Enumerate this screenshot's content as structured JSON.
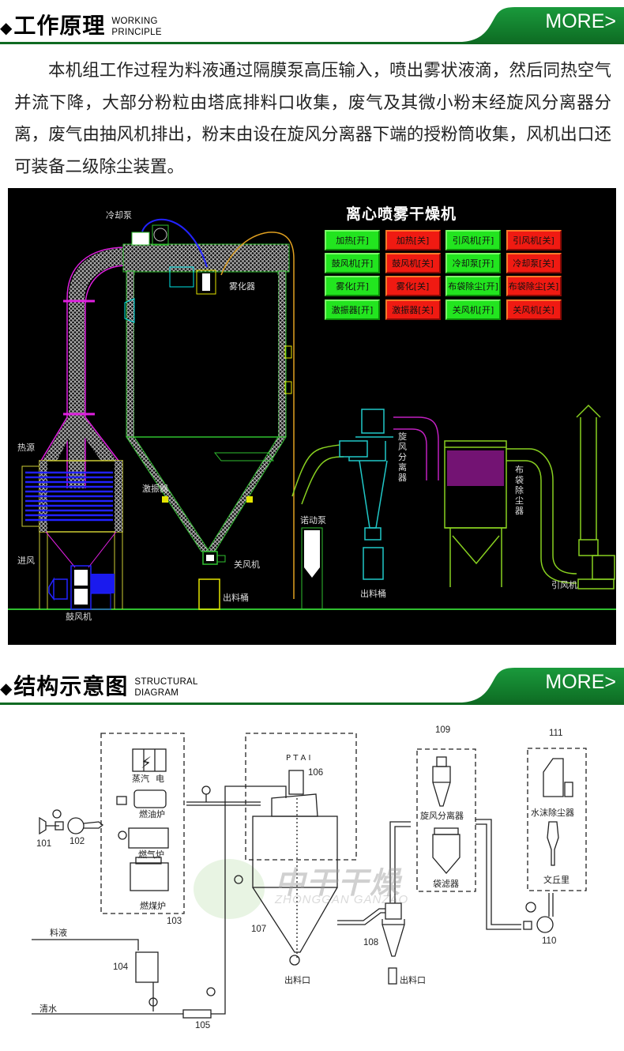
{
  "sections": [
    {
      "title": "工作原理",
      "en_line1": "WORKING",
      "en_line2": "PRINCIPLE",
      "more_label": "MORE>"
    },
    {
      "title": "结构示意图",
      "en_line1": "STRUCTURAL",
      "en_line2": "DIAGRAM",
      "more_label": "MORE>"
    }
  ],
  "colors": {
    "brand_green": "#0f6a22",
    "more_green": "#17923a",
    "btn_on": "#22e51f",
    "btn_off": "#f01a12"
  },
  "intro_text": "本机组工作过程为料液通过隔膜泵高压输入，喷出雾状液滴，然后同热空气并流下降，大部分粉粒由塔底排料口收集，废气及其微小粉末经旋风分离器分离，废气由抽风机排出，粉末由设在旋风分离器下端的授粉筒收集，风机出口还可装备二级除尘装置。",
  "dcs": {
    "title": "离心喷雾干燥机",
    "buttons": [
      {
        "label": "加热[开]",
        "state": "on"
      },
      {
        "label": "加热[关]",
        "state": "off"
      },
      {
        "label": "引风机[开]",
        "state": "on"
      },
      {
        "label": "引风机[关]",
        "state": "off"
      },
      {
        "label": "鼓风机[开]",
        "state": "on"
      },
      {
        "label": "鼓风机[关]",
        "state": "off"
      },
      {
        "label": "冷却泵[开]",
        "state": "on"
      },
      {
        "label": "冷却泵[关]",
        "state": "off"
      },
      {
        "label": "雾化[开]",
        "state": "on"
      },
      {
        "label": "雾化[关]",
        "state": "off"
      },
      {
        "label": "布袋除尘[开]",
        "state": "on"
      },
      {
        "label": "布袋除尘[关]",
        "state": "off"
      },
      {
        "label": "激振器[开]",
        "state": "on"
      },
      {
        "label": "激振器[关]",
        "state": "off"
      },
      {
        "label": "关风机[开]",
        "state": "on"
      },
      {
        "label": "关风机[关]",
        "state": "off"
      }
    ],
    "labels": {
      "cooling_pump": "冷却泵",
      "atomizer": "雾化器",
      "heat_source": "热源",
      "air_inlet": "进风",
      "blower": "鼓风机",
      "vibrator": "激振器",
      "rotary_valve": "关风机",
      "discharge_bucket": "出料桶",
      "peristaltic_pump": "诺动泵",
      "cyclone": "旋风分离器",
      "cyclone_bucket": "出料桶",
      "bag_filter": "布袋除尘器",
      "induced_fan": "引风机"
    }
  },
  "structure": {
    "labels": {
      "steam": "蒸汽",
      "electric": "电",
      "oil_furnace": "燃油炉",
      "gas_furnace": "燃气炉",
      "coal_furnace": "燃煤炉",
      "feed_liquid": "料液",
      "clean_water": "清水",
      "cyclone": "旋风分离器",
      "bag_filter": "袋滤器",
      "water_scrubber": "水沫除尘器",
      "venturi": "文丘里",
      "outlet_1": "出料口",
      "outlet_2": "出料口"
    },
    "numbers": [
      "101",
      "102",
      "103",
      "104",
      "105",
      "106",
      "107",
      "108",
      "109",
      "110",
      "111"
    ],
    "watermark_cn": "中干干燥",
    "watermark_en": "ZHONGGAN GANZAO"
  }
}
